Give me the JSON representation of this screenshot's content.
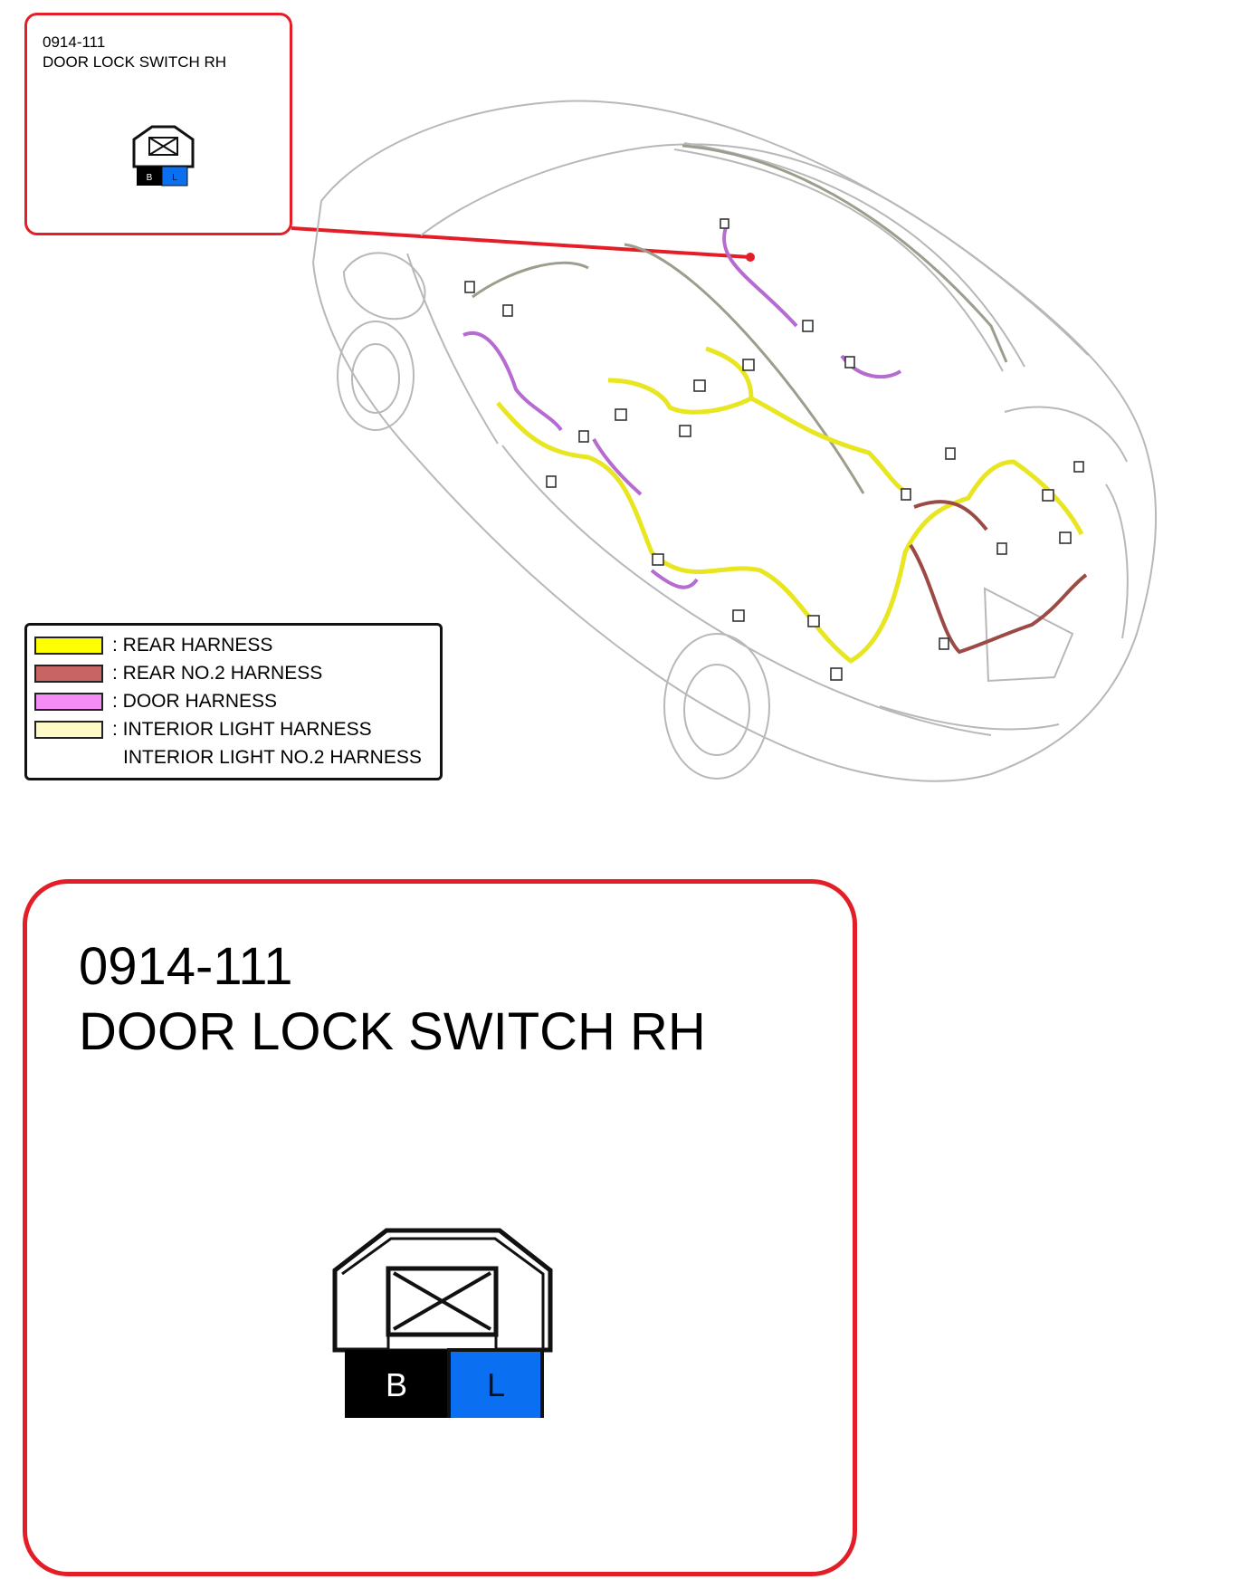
{
  "small_callout": {
    "code": "0914-111",
    "name": "DOOR LOCK SWITCH RH"
  },
  "connector": {
    "pins": [
      {
        "label": "B",
        "color": "#000000",
        "text_color": "#ffffff"
      },
      {
        "label": "L",
        "color": "#0a6ff0",
        "text_color": "#111111"
      }
    ]
  },
  "legend": {
    "items": [
      {
        "label": ": REAR HARNESS",
        "color": "#ffff00"
      },
      {
        "label": ": REAR NO.2 HARNESS",
        "color": "#c86464"
      },
      {
        "label": ": DOOR HARNESS",
        "color": "#f58cf5"
      },
      {
        "label": ": INTERIOR LIGHT HARNESS",
        "color": "#fff9c8"
      }
    ],
    "extra_line": "INTERIOR LIGHT NO.2 HARNESS"
  },
  "large_callout": {
    "code": "0914-111",
    "name": "DOOR LOCK SWITCH RH"
  },
  "colors": {
    "callout_border": "#e41e26",
    "leader_line": "#e41e26",
    "car_outline": "#b7b7b7",
    "rear_harness": "#e8e620",
    "rear_no2_harness": "#9b4a46",
    "door_harness": "#b56bcf",
    "interior_light_harness": "#9d9d8e"
  }
}
